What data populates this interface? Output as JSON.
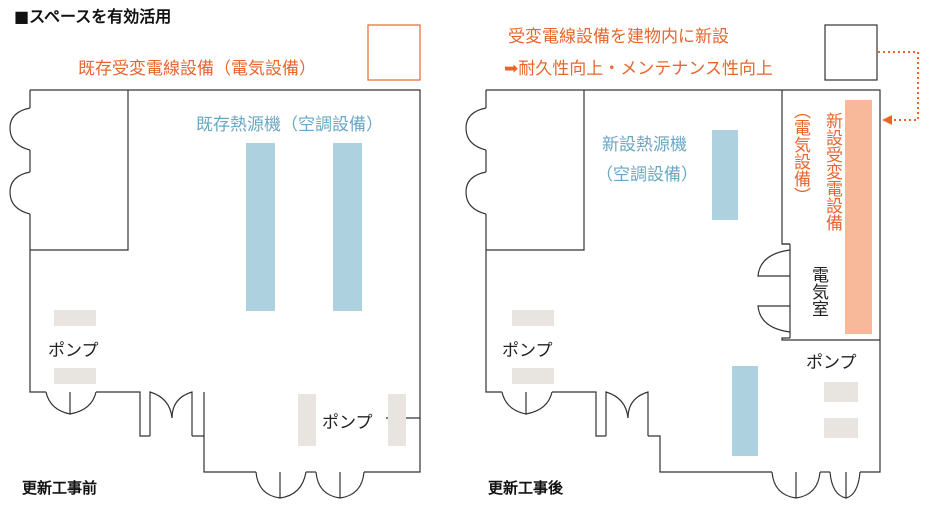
{
  "header": {
    "title": "■スペースを有効活用"
  },
  "before": {
    "caption": "更新工事前",
    "label_electrical": "既存受変電線設備（電気設備）",
    "label_heat": "既存熱源機（空調設備）",
    "label_pump_left": "ポンプ",
    "label_pump_right": "ポンプ"
  },
  "after": {
    "caption": "更新工事後",
    "note_line1": "受変電線設備を建物内に新設",
    "note_line2": "➡耐久性向上・メンテナンス性向上",
    "label_heat_line1": "新設熱源機",
    "label_heat_line2": "（空調設備）",
    "label_pump_left": "ポンプ",
    "label_pump_right": "ポンプ",
    "label_new_elec": "新設受変電設備",
    "label_new_elec_sub": "（電気設備）",
    "label_room": "電気室"
  },
  "colors": {
    "orange": "#e8662e",
    "salmon": "#f8b99a",
    "blue_equipment": "#aed1e0",
    "pump_gray": "#e8e5e0",
    "dotted_arrow": "#e8662e"
  }
}
